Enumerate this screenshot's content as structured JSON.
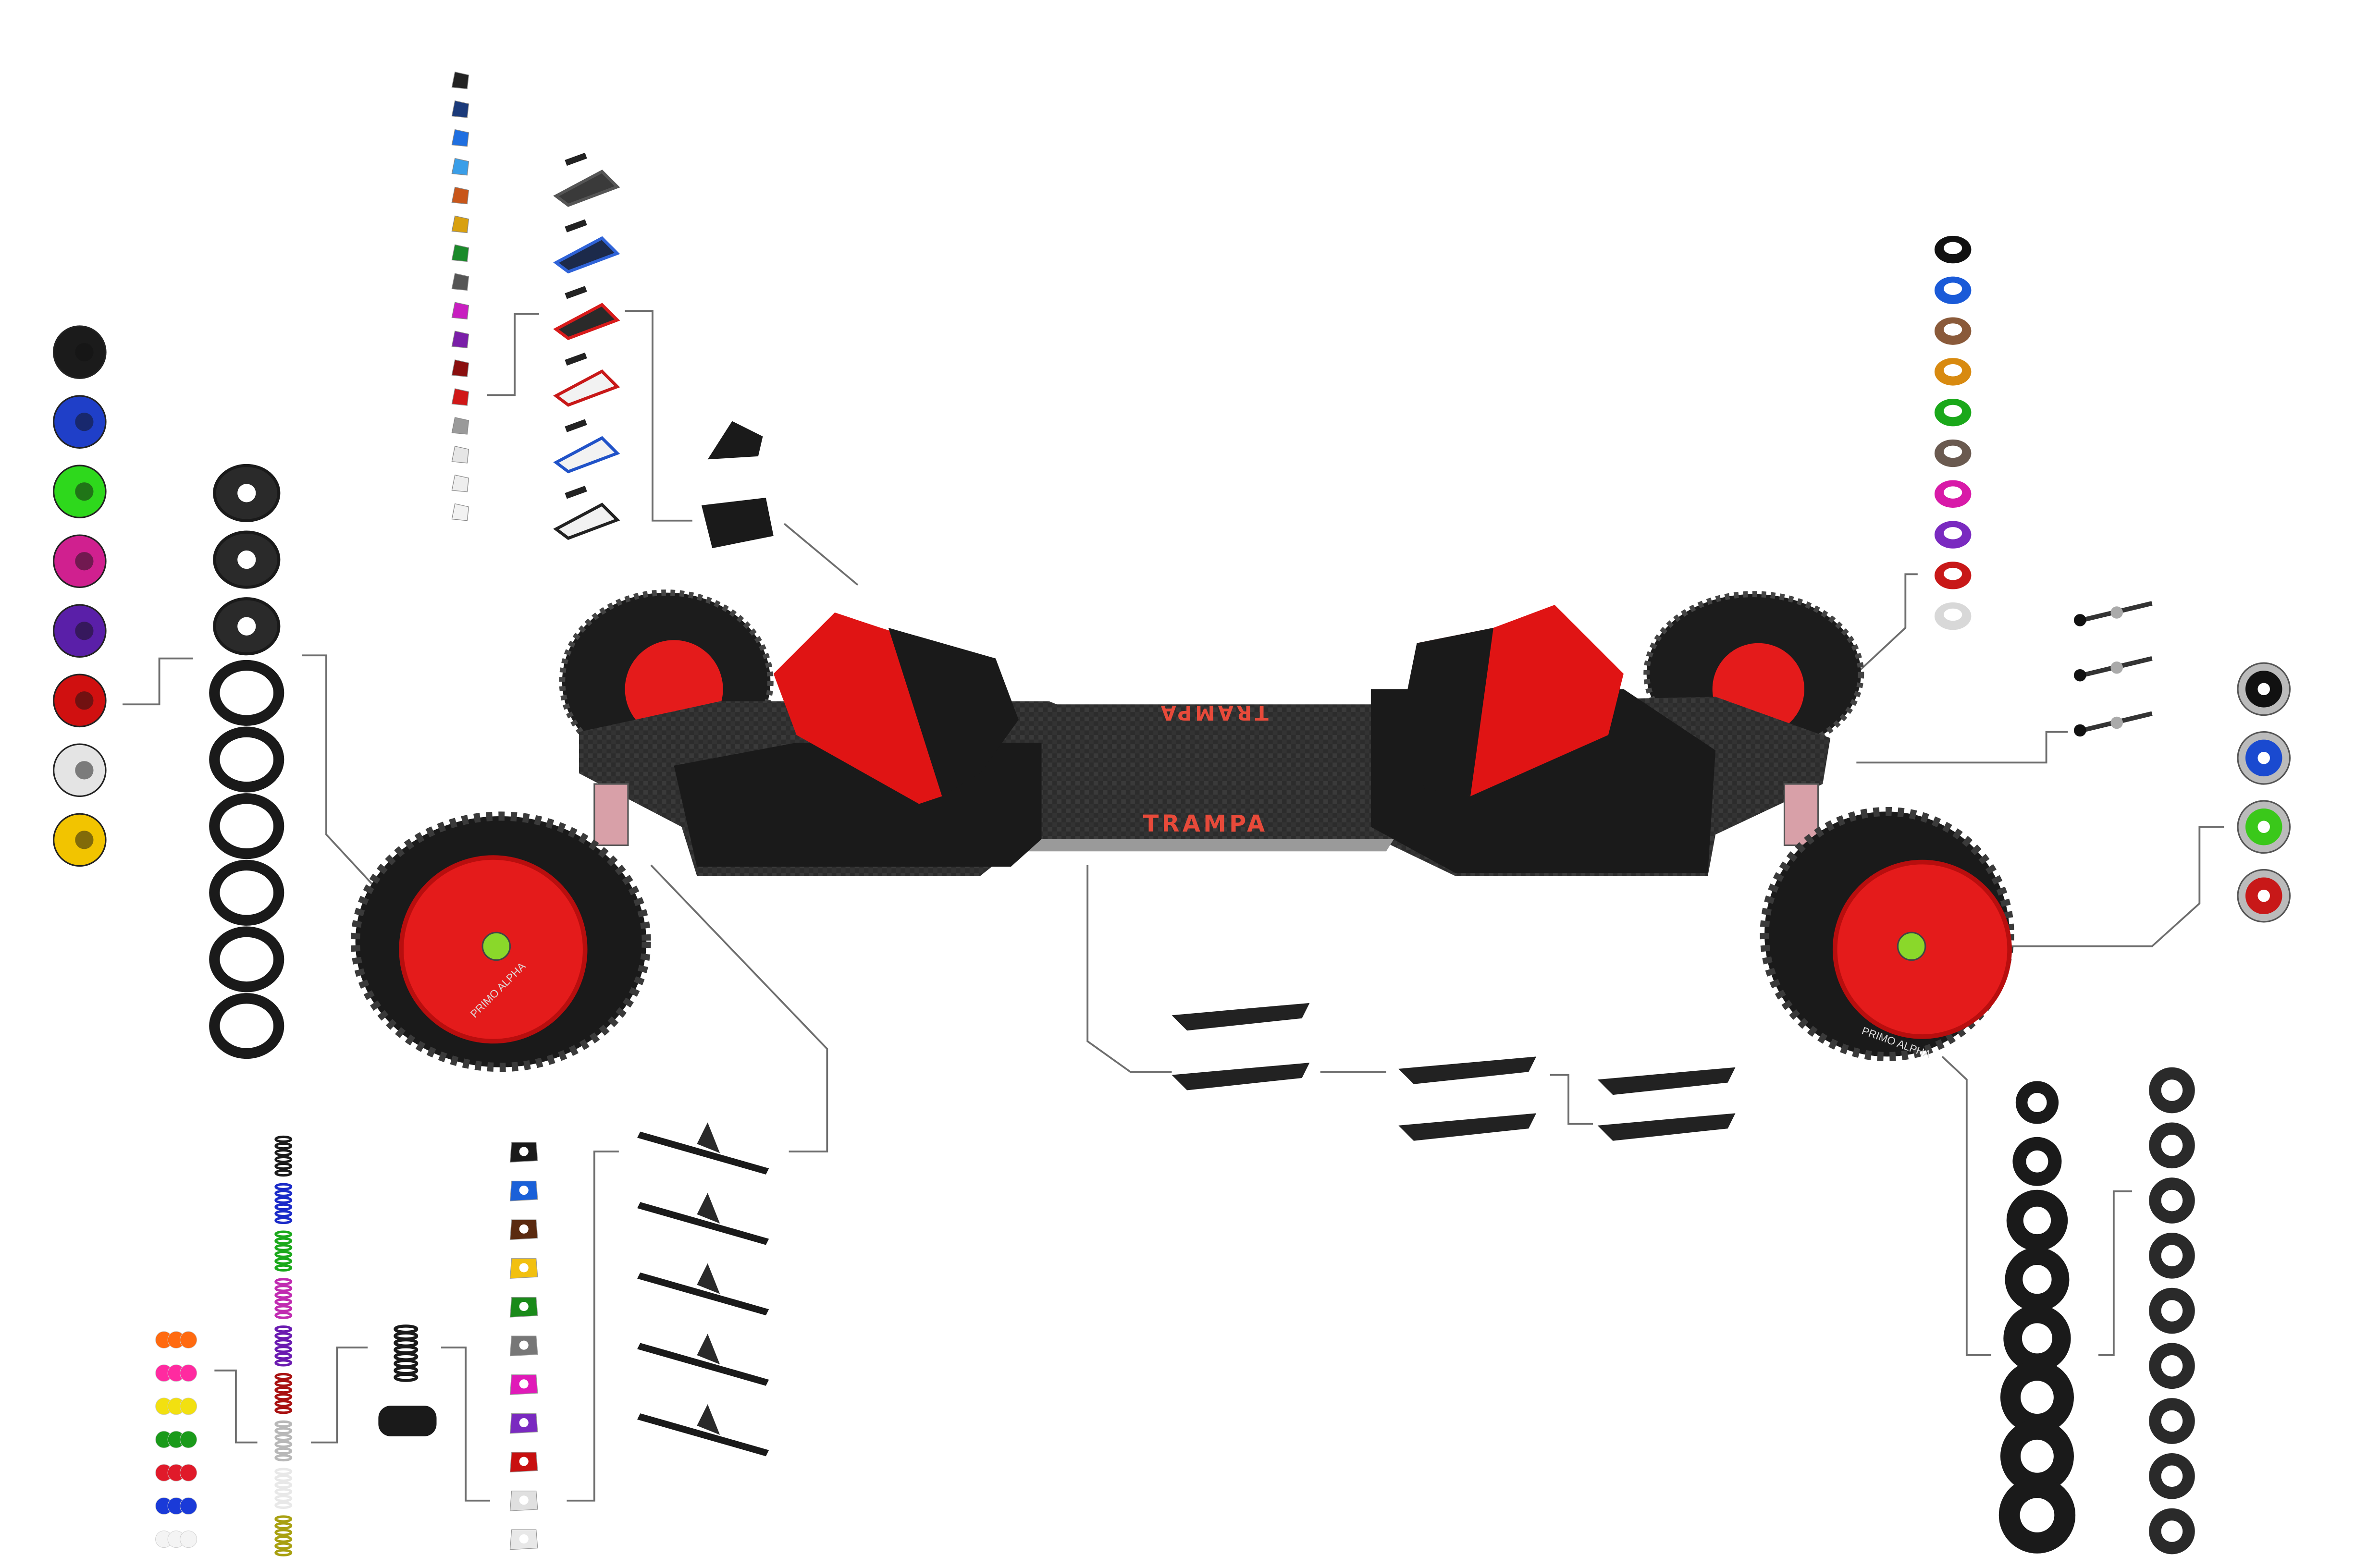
{
  "product": {
    "brand_logo": "TRAMPA",
    "tire_logo": "PRIMO ALPHA",
    "board_colors": {
      "deck": "#2b2b2b",
      "grip": "#1d1d1d",
      "accent": "#e01414",
      "tire": "#1a1a1a",
      "hub": "#e41b1b"
    }
  },
  "hub_color_variants": [
    "#1b1b1b",
    "#1f3fc8",
    "#2ed81c",
    "#d0208f",
    "#5a1fa8",
    "#d01010",
    "#e4e4e4",
    "#f2c400"
  ],
  "hub_parts_count": 9,
  "buckle_color_variants": [
    "#222222",
    "#1b3a7a",
    "#1f6fe0",
    "#3a9ee8",
    "#c8561a",
    "#d8a010",
    "#1a8a2a",
    "#555555",
    "#c81fc0",
    "#7a1fa8",
    "#8a0f0f",
    "#d01818",
    "#9a9a9a",
    "#e6e6e6",
    "#eeeeee",
    "#f2f2f2"
  ],
  "footpad_variants": [
    {
      "base": "#3a3a3a",
      "trim": "#555555"
    },
    {
      "base": "#1c2a4a",
      "trim": "#2f63d8"
    },
    {
      "base": "#2a2a2a",
      "trim": "#d81a1a"
    },
    {
      "base": "#f2f2f2",
      "trim": "#c81818"
    },
    {
      "base": "#f2f2f2",
      "trim": "#2052c8"
    },
    {
      "base": "#f2f2f2",
      "trim": "#222222"
    }
  ],
  "washer_color_variants": [
    "#111111",
    "#1a5ad8",
    "#8a5a3a",
    "#d88a10",
    "#1aa81a",
    "#6a5a50",
    "#d81aa8",
    "#7a2ac0",
    "#c81818",
    "#d8d8d8"
  ],
  "axle_count": 3,
  "bearing_seal_colors": [
    "#111111",
    "#1a4ad0",
    "#3ac81a",
    "#c81818"
  ],
  "tire_column_a_count": 8,
  "tire_column_b_count": 9,
  "truck_count": 5,
  "bushing_color_variants": [
    "#1a1a1a",
    "#1a60d8",
    "#5a2a10",
    "#f2c010",
    "#1a8a1a",
    "#777777",
    "#e01ab8",
    "#7a2ac0",
    "#c81010",
    "#e0e0e0",
    "#e8e8e8"
  ],
  "spring_color_variants": [
    "#1a1a1a",
    "#1a2ac8",
    "#1aa81a",
    "#c02ab0",
    "#6a1ab0",
    "#a81010",
    "#b8b8b8",
    "#e8e8e8",
    "#a8a010"
  ],
  "ball_color_variants": [
    "#ff6a10",
    "#ff2aa0",
    "#f2e010",
    "#1a9a1a",
    "#e01a2a",
    "#1a3ad8",
    "#f4f4f4"
  ]
}
